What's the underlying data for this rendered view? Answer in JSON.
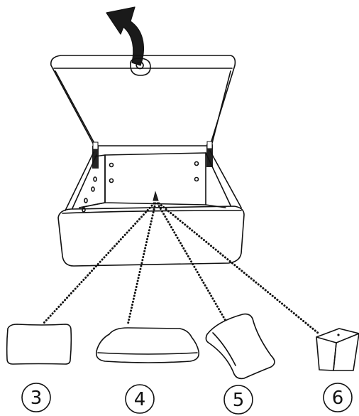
{
  "steps": [
    {
      "number": "3",
      "part": "backrest-pad"
    },
    {
      "number": "4",
      "part": "seat-cushion"
    },
    {
      "number": "5",
      "part": "pillow"
    },
    {
      "number": "6",
      "part": "foot"
    }
  ]
}
